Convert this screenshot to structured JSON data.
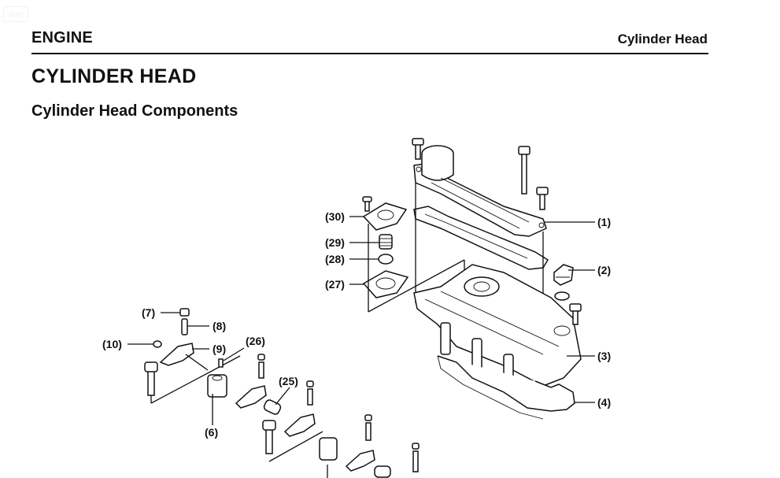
{
  "toolbar": {
    "start_label": "Start"
  },
  "header": {
    "section": "ENGINE",
    "topic": "Cylinder Head"
  },
  "page": {
    "title": "CYLINDER HEAD",
    "subtitle": "Cylinder Head Components"
  },
  "diagram": {
    "callouts": [
      {
        "id": "1",
        "label": "(1)"
      },
      {
        "id": "2",
        "label": "(2)"
      },
      {
        "id": "3",
        "label": "(3)"
      },
      {
        "id": "4",
        "label": "(4)"
      },
      {
        "id": "6",
        "label": "(6)"
      },
      {
        "id": "7",
        "label": "(7)"
      },
      {
        "id": "8",
        "label": "(8)"
      },
      {
        "id": "9",
        "label": "(9)"
      },
      {
        "id": "10",
        "label": "(10)"
      },
      {
        "id": "25",
        "label": "(25)"
      },
      {
        "id": "26",
        "label": "(26)"
      },
      {
        "id": "27",
        "label": "(27)"
      },
      {
        "id": "28",
        "label": "(28)"
      },
      {
        "id": "29",
        "label": "(29)"
      },
      {
        "id": "30",
        "label": "(30)"
      }
    ]
  }
}
